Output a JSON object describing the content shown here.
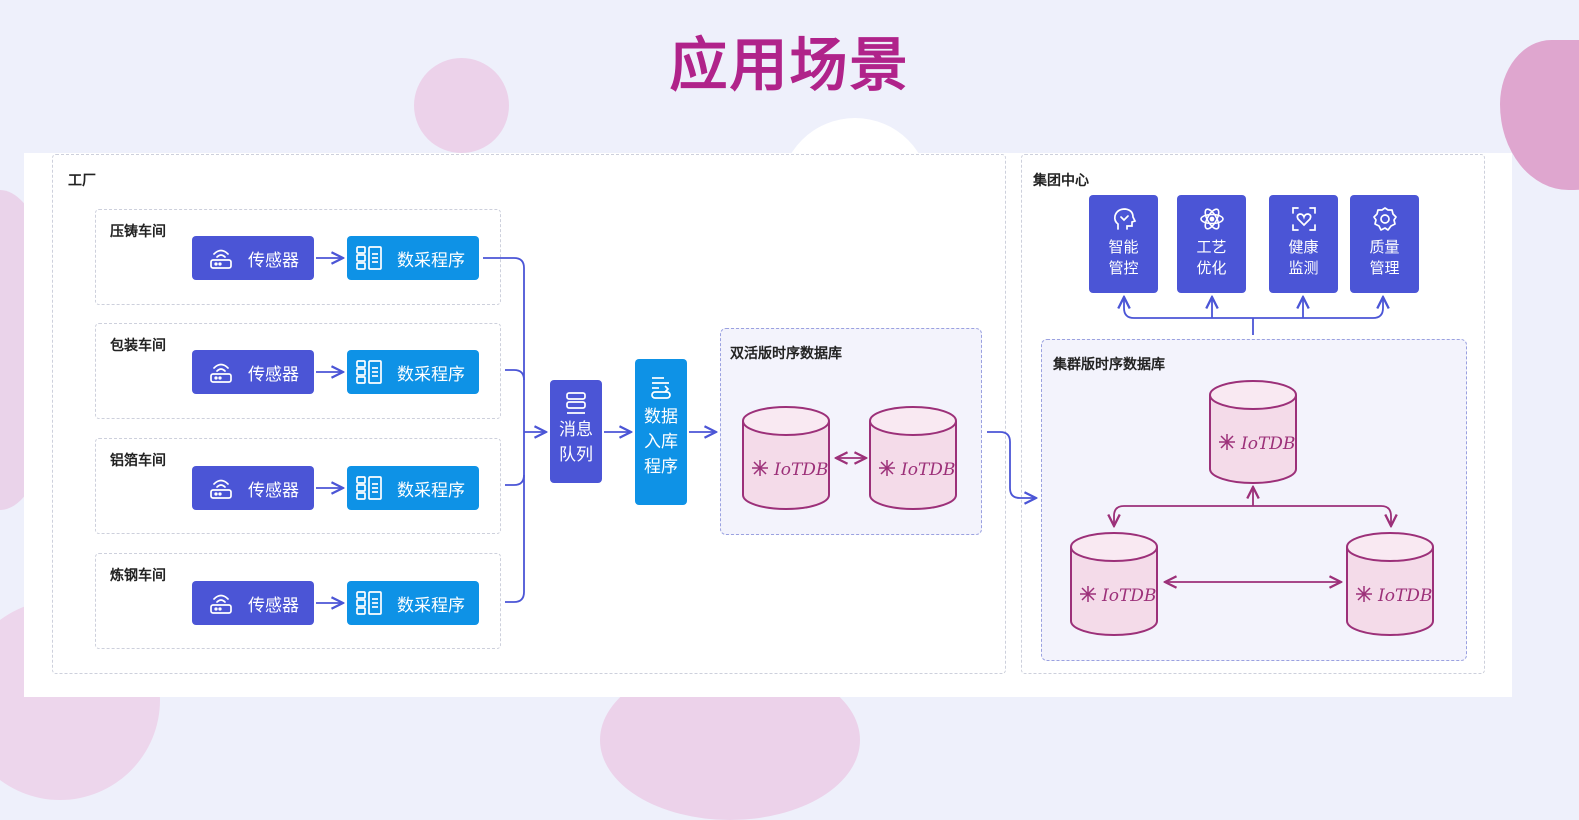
{
  "title": "应用场景",
  "factory": {
    "label": "工厂",
    "workshops": [
      {
        "name": "压铸车间",
        "sensor": "传感器",
        "collector": "数采程序"
      },
      {
        "name": "包装车间",
        "sensor": "传感器",
        "collector": "数采程序"
      },
      {
        "name": "铝箔车间",
        "sensor": "传感器",
        "collector": "数采程序"
      },
      {
        "name": "炼钢车间",
        "sensor": "传感器",
        "collector": "数采程序"
      }
    ],
    "queue": [
      "消息",
      "队列"
    ],
    "ingest": [
      "数据",
      "入库",
      "程序"
    ],
    "dual_db": {
      "label": "双活版时序数据库",
      "logo": "IoTDB"
    }
  },
  "center": {
    "label": "集团中心",
    "apps": [
      {
        "line1": "智能",
        "line2": "管控",
        "icon": "brain-icon"
      },
      {
        "line1": "工艺",
        "line2": "优化",
        "icon": "atom-icon"
      },
      {
        "line1": "健康",
        "line2": "监测",
        "icon": "heart-scan-icon"
      },
      {
        "line1": "质量",
        "line2": "管理",
        "icon": "gear-icon"
      }
    ],
    "cluster_db": {
      "label": "集群版时序数据库",
      "logo": "IoTDB"
    }
  },
  "colors": {
    "title": "#b0238a",
    "sensor": "#4b55d6",
    "collector": "#0e92e6",
    "db_stroke": "#9c3079",
    "db_fill": "#f4dbe9",
    "arrow": "#4b55d6"
  }
}
